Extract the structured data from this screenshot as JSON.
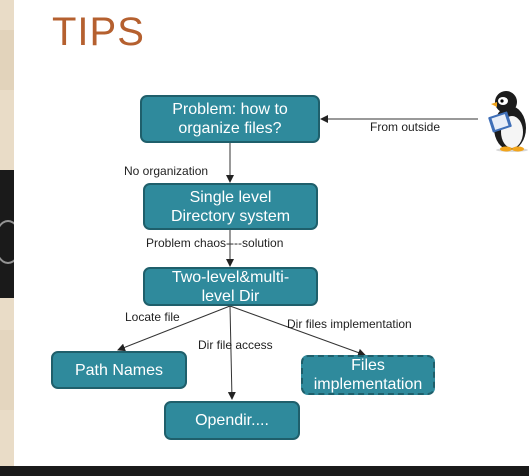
{
  "slide": {
    "title": "TIPS"
  },
  "diagram": {
    "nodes": {
      "problem": "Problem: how to organize files?",
      "single_level": "Single level Directory system",
      "two_level": "Two-level&multi-level Dir",
      "path_names": "Path Names",
      "opendir": "Opendir....",
      "files_impl": "Files implementation"
    },
    "edge_labels": {
      "from_outside": "From outside",
      "no_organization": "No organization",
      "problem_chaos": "Problem chaos----solution",
      "locate_file": "Locate file",
      "dir_file_access": "Dir file access",
      "dir_files_impl": "Dir files implementation"
    }
  },
  "colors": {
    "title": "#b5602f",
    "node_fill": "#2f8a9c",
    "node_border": "#1f5f6b"
  },
  "images": {
    "penguin": "penguin-reading-book"
  }
}
